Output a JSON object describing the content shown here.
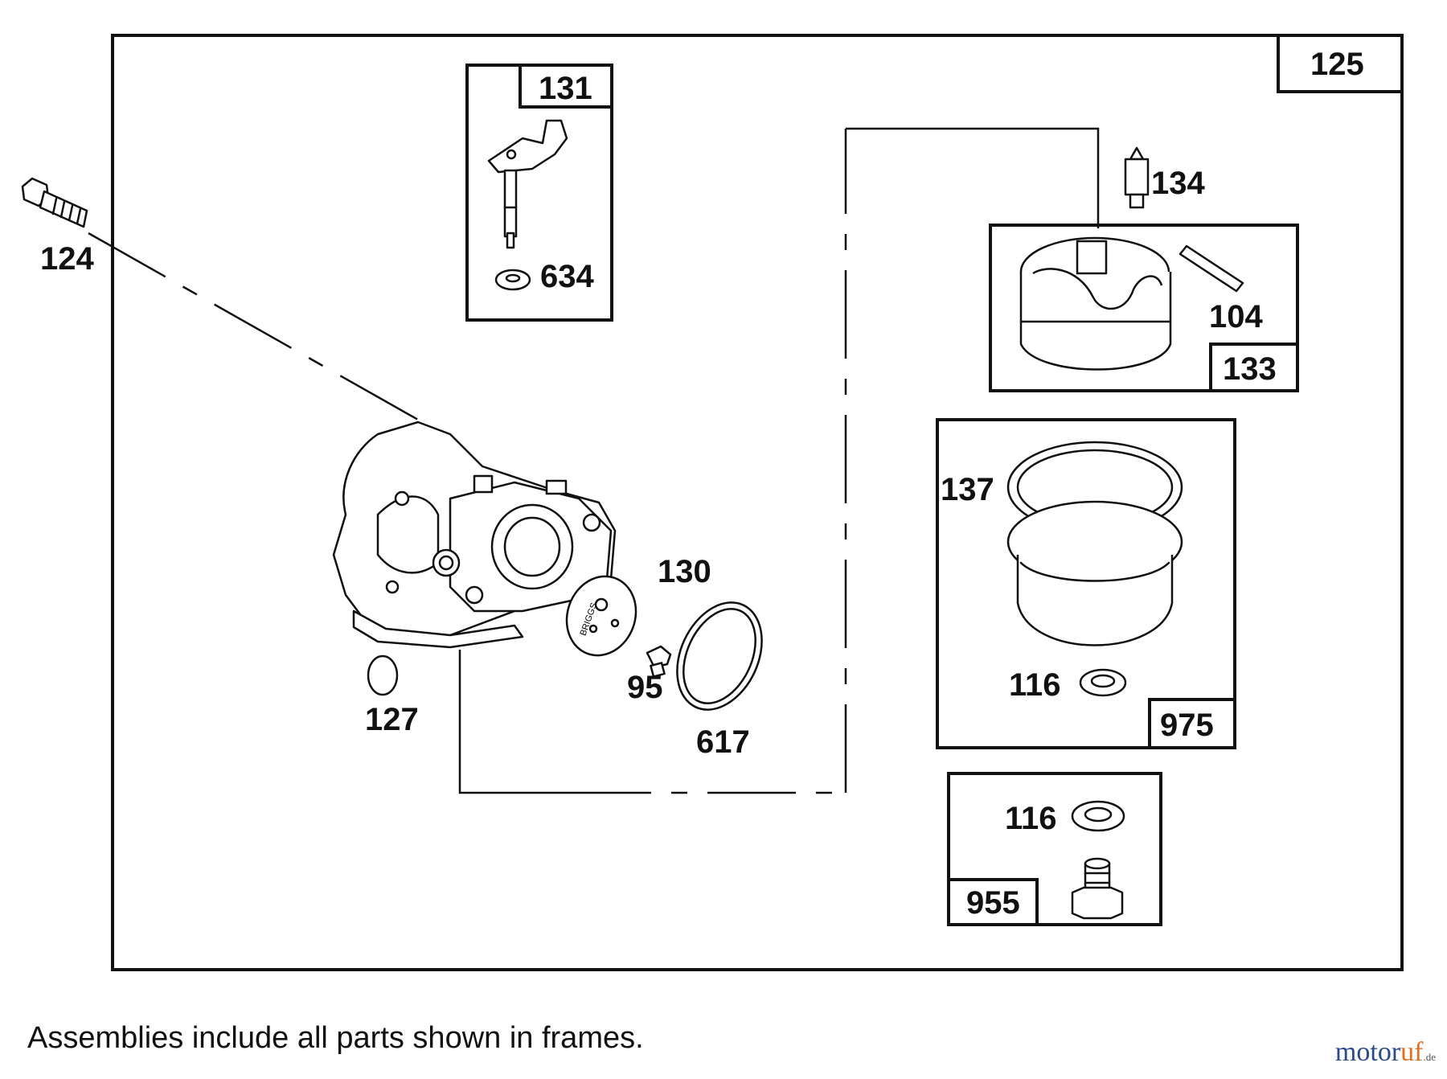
{
  "diagram": {
    "frames": {
      "main": "125",
      "choke": "131",
      "float_bowl_upper": "133",
      "float_bowl": "975",
      "bowl_screw": "955"
    },
    "parts": {
      "p124": "124",
      "p634": "634",
      "p134": "134",
      "p104": "104",
      "p137": "137",
      "p116a": "116",
      "p116b": "116",
      "p130": "130",
      "p95": "95",
      "p617": "617",
      "p127": "127"
    }
  },
  "caption": "Assemblies include all parts shown in frames.",
  "watermark": {
    "brand_a": "motor",
    "brand_b": "uf",
    "tld": ".de"
  }
}
